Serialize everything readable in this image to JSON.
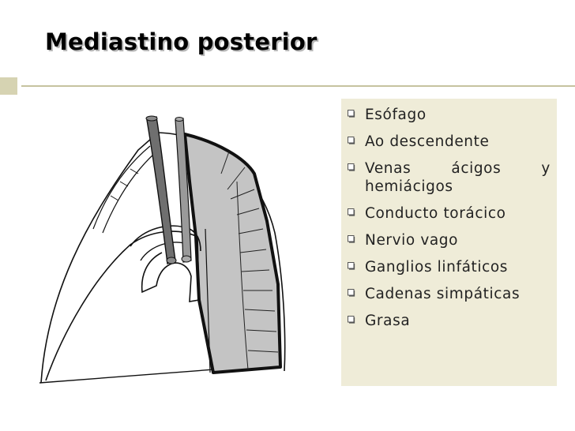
{
  "slide": {
    "title": "Mediastino posterior"
  },
  "bullets": [
    {
      "text": "Esófago"
    },
    {
      "text": "Ao descendente"
    },
    {
      "text": "Venas ácigos y hemiácigos",
      "line1": [
        "Venas",
        "ácigos",
        "y"
      ],
      "line2": "hemiácigos"
    },
    {
      "text": "Conducto torácico"
    },
    {
      "text": "Nervio vago"
    },
    {
      "text": "Ganglios linfáticos"
    },
    {
      "text": "Cadenas simpáticas"
    },
    {
      "text": "Grasa"
    }
  ],
  "icons": {
    "bullet": "square-bullet-icon"
  },
  "colors": {
    "panel": "#efecd8",
    "deco": "#d6d3b2",
    "outline": "#111111",
    "esophagus": "#6f6f6f",
    "posterior_band": "#c4c4c4"
  }
}
